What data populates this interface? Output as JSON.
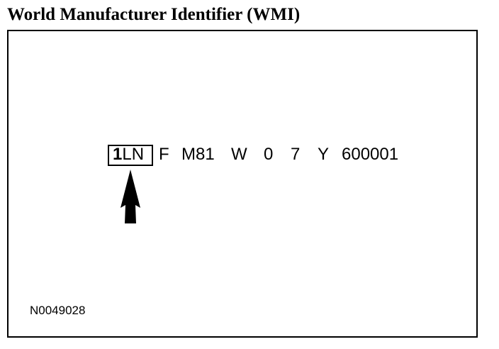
{
  "title": "World Manufacturer Identifier (WMI)",
  "vin": {
    "wmi_first": "1",
    "wmi_rest": "LN",
    "segments": [
      "F",
      "M81",
      "W",
      "0",
      "7",
      "Y",
      "600001"
    ]
  },
  "figure_id": "N0049028"
}
